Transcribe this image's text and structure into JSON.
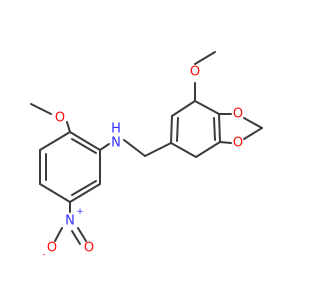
{
  "colors": {
    "bond": "#3b3b3b",
    "oxygen": "#ff0d0d",
    "nitrogen": "#2f2fff",
    "carbon": "#3b3b3b",
    "background": "#ffffff"
  },
  "labels": {
    "o_methoxy_left": "O",
    "o_methoxy_right": "O",
    "o_dioxole_upper": "O",
    "o_dioxole_lower": "O",
    "nh": "N",
    "nh_h": "H",
    "nitro_n": "N",
    "nitro_n_charge": "+",
    "nitro_o_left": "O",
    "nitro_o_left_charge": "-",
    "nitro_o_right": "O"
  }
}
